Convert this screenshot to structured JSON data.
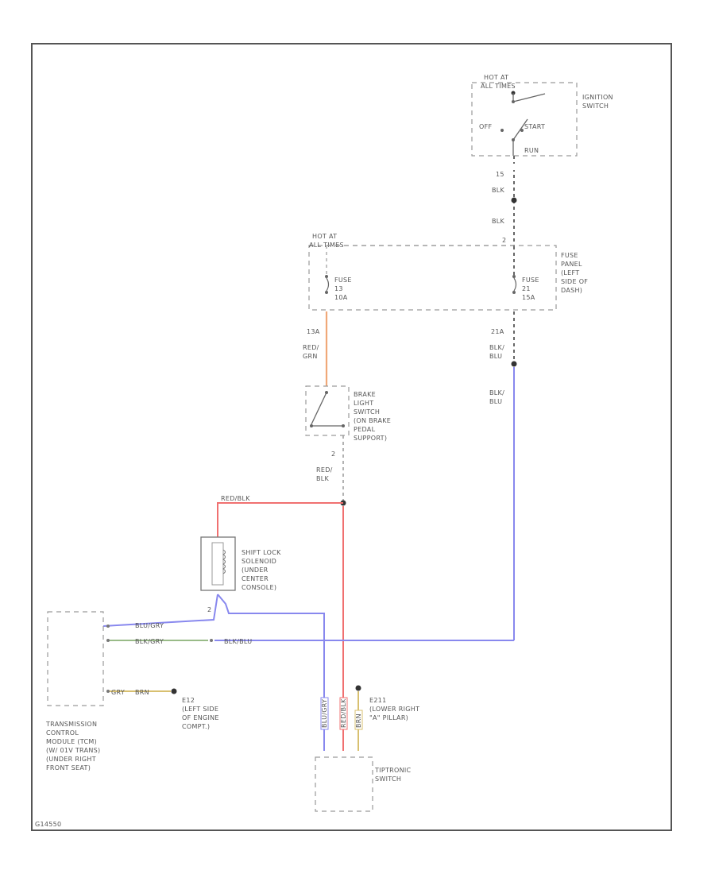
{
  "colors": {
    "wire_black": "#666666",
    "wire_orange": "#f0a878",
    "wire_red": "#f07070",
    "wire_blue": "#8888ee",
    "wire_green": "#99bb88",
    "wire_yellow": "#d8c070",
    "frame": "#555555"
  },
  "ignition_switch": {
    "hot_label": [
      "HOT AT",
      "ALL TIMES"
    ],
    "name": [
      "IGNITION",
      "SWITCH"
    ],
    "off": "OFF",
    "start": "START",
    "run": "RUN"
  },
  "wire_ign_out": {
    "pin": "15",
    "color": "BLK"
  },
  "wire_mid": {
    "color": "BLK"
  },
  "fuse_panel": {
    "hot_label": [
      "HOT AT",
      "ALL TIMES"
    ],
    "name": [
      "FUSE",
      "PANEL",
      "(LEFT",
      "SIDE OF",
      "DASH)"
    ],
    "fuse_left": [
      "FUSE",
      "13",
      "10A"
    ],
    "fuse_right": [
      "FUSE",
      "21",
      "15A"
    ],
    "pin_top": "2"
  },
  "wire_fuse13": {
    "pin": "13A",
    "color": [
      "RED/",
      "GRN"
    ]
  },
  "wire_fuse21": {
    "pin": "21A",
    "color": [
      "BLK/",
      "BLU"
    ]
  },
  "wire_blk_blu": {
    "color": [
      "BLK/",
      "BLU"
    ]
  },
  "brake_switch": {
    "name": [
      "BRAKE",
      "LIGHT",
      "SWITCH",
      "(ON BRAKE",
      "PEDAL",
      "SUPPORT)"
    ],
    "pin": "2"
  },
  "wire_red_blk": {
    "color": [
      "RED/",
      "BLK"
    ],
    "horizontal_label": "RED/BLK"
  },
  "shift_lock": {
    "name": [
      "SHIFT LOCK",
      "SOLENOID",
      "(UNDER",
      "CENTER",
      "CONSOLE)"
    ],
    "pin": "2"
  },
  "tcm": {
    "name": [
      "TRANSMISSION",
      "CONTROL",
      "MODULE (TCM)",
      "(W/ 01V TRANS)",
      "(UNDER RIGHT",
      "FRONT SEAT)"
    ],
    "wire1": "BLU/GRY",
    "wire2": "BLK/GRY",
    "wire2_cont": "BLK/BLU",
    "wire3": "GRY",
    "wire3b": "BRN"
  },
  "ground_e12": {
    "name": [
      "E12",
      "(LEFT SIDE",
      "OF ENGINE",
      "COMPT.)"
    ]
  },
  "ground_e211": {
    "name": [
      "E211",
      "(LOWER RIGHT",
      "\"A\" PILLAR)"
    ]
  },
  "tiptronic": {
    "name": [
      "TIPTRONIC",
      "SWITCH"
    ],
    "wire_a": "BLU/GRY",
    "wire_b": "RED/BLK",
    "wire_c": "BRN"
  },
  "footer_code": "G14550"
}
